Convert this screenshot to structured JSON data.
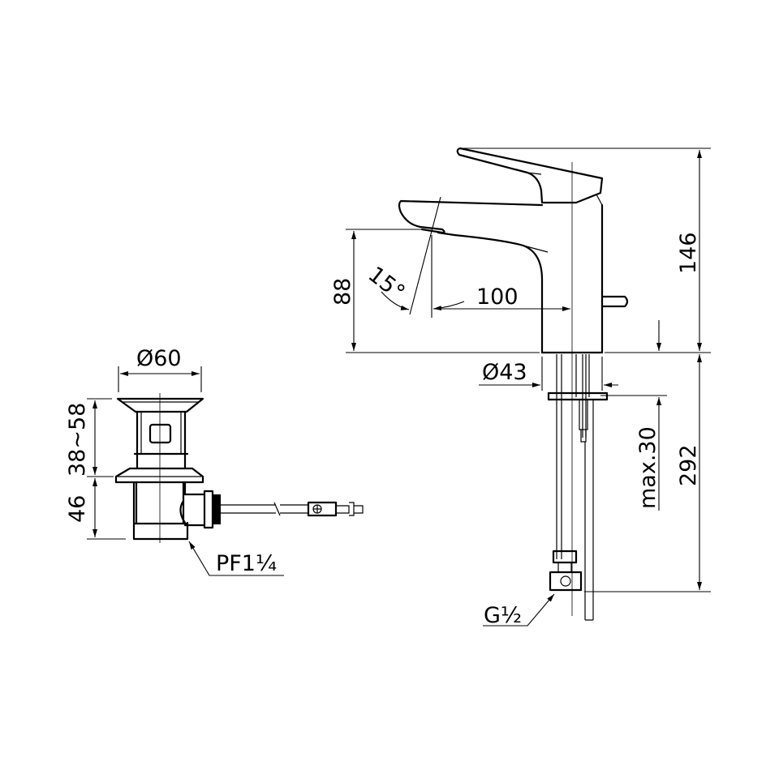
{
  "drawing": {
    "faucet": {
      "dim_total_height": "146",
      "dim_spout_height": "88",
      "dim_spout_reach": "100",
      "dim_spout_angle": "15°",
      "dim_base_diameter": "Ø43",
      "dim_max_counter_thickness": "max.30",
      "dim_hose_length": "292",
      "hose_thread": "G½"
    },
    "drain": {
      "dim_diameter": "Ø60",
      "dim_upper_height": "38~58",
      "dim_lower_height": "46",
      "outlet_thread": "PF1¼"
    }
  }
}
